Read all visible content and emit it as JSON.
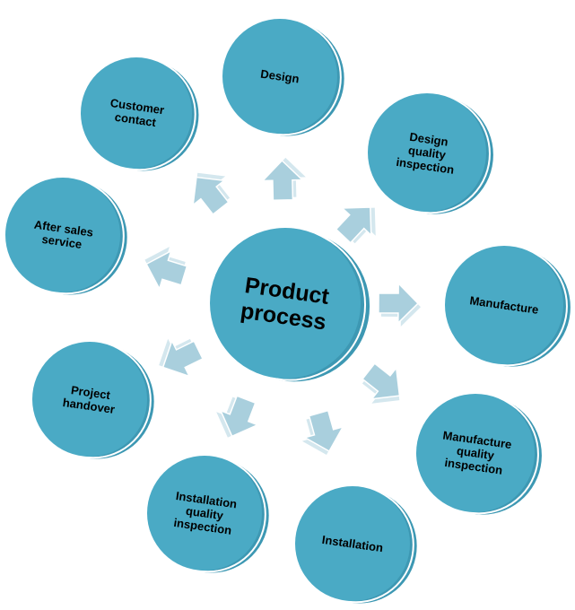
{
  "title": "Product process",
  "colors": {
    "face": "#4aaac5",
    "side": "#3d98b3",
    "rim": "#ffffff",
    "arrow": "#a9cfdd",
    "arrow_shade": "#d4e7ee"
  },
  "nodes": [
    {
      "label": "Design",
      "lines": [
        "Design"
      ]
    },
    {
      "label": "Design quality inspection",
      "lines": [
        "Design",
        "quality",
        "inspection"
      ]
    },
    {
      "label": "Manufacture",
      "lines": [
        "Manufacture"
      ]
    },
    {
      "label": "Manufacture quality inspection",
      "lines": [
        "Manufacture",
        "quality",
        "inspection"
      ]
    },
    {
      "label": "Installation",
      "lines": [
        "Installation"
      ]
    },
    {
      "label": "Installation quality inspection",
      "lines": [
        "Installation",
        "quality",
        "inspection"
      ]
    },
    {
      "label": "Project handover",
      "lines": [
        "Project",
        "handover"
      ]
    },
    {
      "label": "After sales service",
      "lines": [
        "After sales",
        "service"
      ]
    },
    {
      "label": "Customer contact",
      "lines": [
        "Customer",
        "contact"
      ]
    }
  ],
  "center": {
    "lines": [
      "Product",
      "process"
    ]
  }
}
